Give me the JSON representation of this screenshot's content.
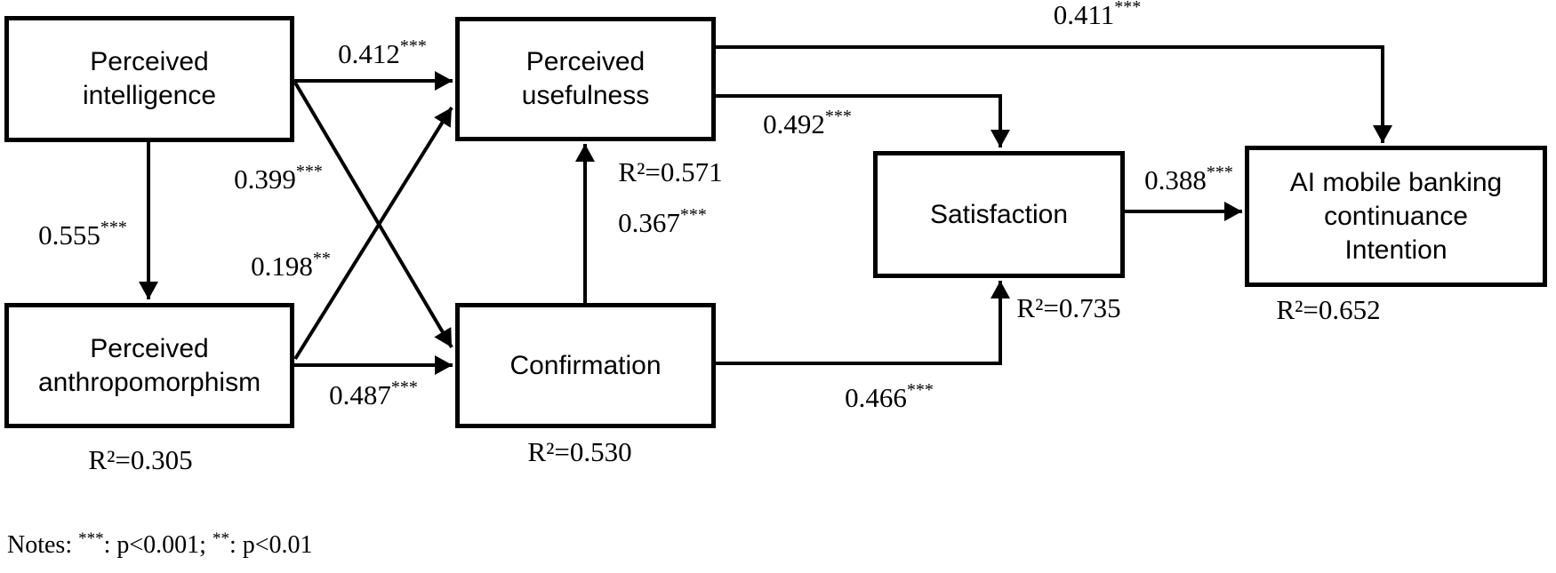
{
  "nodes": {
    "perceived_intelligence": {
      "lines": [
        "Perceived",
        "intelligence"
      ]
    },
    "perceived_usefulness": {
      "lines": [
        "Perceived",
        "usefulness"
      ],
      "r2": "R²=0.571"
    },
    "perceived_anthropomorphism": {
      "lines": [
        "Perceived",
        "anthropomorphism"
      ],
      "r2": "R²=0.305"
    },
    "confirmation": {
      "lines": [
        "Confirmation"
      ],
      "r2": "R²=0.530"
    },
    "satisfaction": {
      "lines": [
        "Satisfaction"
      ],
      "r2": "R²=0.735"
    },
    "ai_intention": {
      "lines": [
        "AI mobile banking",
        "continuance",
        "Intention"
      ],
      "r2": "R²=0.652"
    }
  },
  "paths": {
    "pi_pu": {
      "from": "Perceived intelligence",
      "to": "Perceived usefulness",
      "coef": "0.412",
      "stars": "***"
    },
    "pi_pa": {
      "from": "Perceived intelligence",
      "to": "Perceived anthropomorphism",
      "coef": "0.555",
      "stars": "***"
    },
    "pi_conf": {
      "from": "Perceived intelligence",
      "to": "Confirmation",
      "coef": "0.399",
      "stars": "***"
    },
    "pa_pu": {
      "from": "Perceived anthropomorphism",
      "to": "Perceived usefulness",
      "coef": "0.198",
      "stars": "**"
    },
    "pa_conf": {
      "from": "Perceived anthropomorphism",
      "to": "Confirmation",
      "coef": "0.487",
      "stars": "***"
    },
    "conf_pu": {
      "from": "Confirmation",
      "to": "Perceived usefulness",
      "coef": "0.367",
      "stars": "***"
    },
    "conf_sat": {
      "from": "Confirmation",
      "to": "Satisfaction",
      "coef": "0.466",
      "stars": "***"
    },
    "pu_sat": {
      "from": "Perceived usefulness",
      "to": "Satisfaction",
      "coef": "0.492",
      "stars": "***"
    },
    "pu_ai": {
      "from": "Perceived usefulness",
      "to": "AI mobile banking continuance Intention",
      "coef": "0.411",
      "stars": "***"
    },
    "sat_ai": {
      "from": "Satisfaction",
      "to": "AI mobile banking continuance Intention",
      "coef": "0.388",
      "stars": "***"
    }
  },
  "notes": {
    "prefix": "Notes: ",
    "stars_3": "***",
    "between": ": p<0.001; ",
    "stars_2": "**",
    "suffix": ": p<0.01"
  },
  "colors": {
    "line": "#000000",
    "text": "#000000",
    "background": "#ffffff"
  }
}
